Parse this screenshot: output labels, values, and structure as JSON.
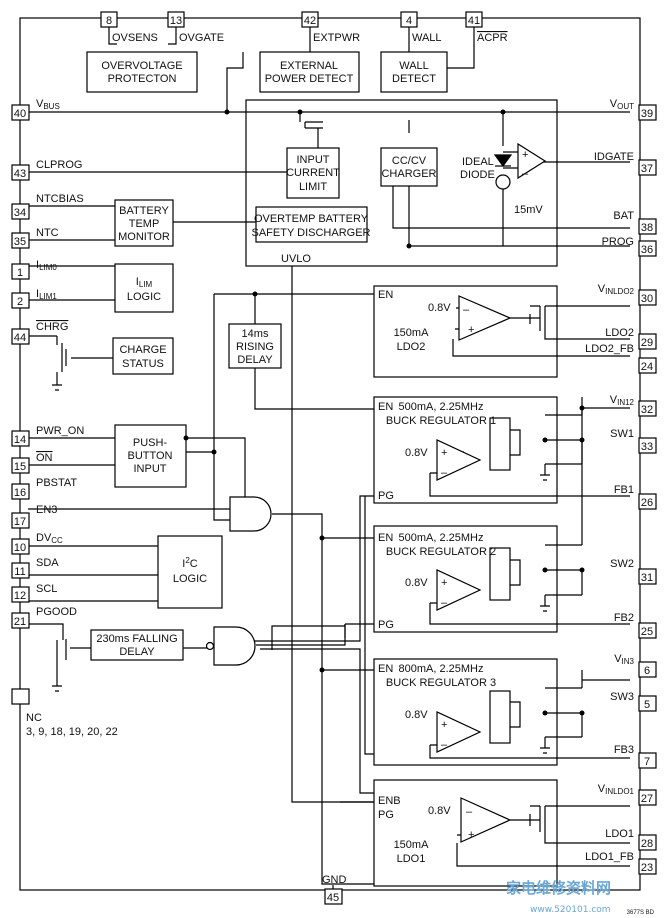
{
  "pins": {
    "ovsens": "8",
    "ovgate": "13",
    "extpwr": "42",
    "wall": "4",
    "acpr": "41",
    "vbus": "40",
    "clprog": "43",
    "ntcbias": "34",
    "ntc": "35",
    "ilim0": "1",
    "ilim1": "2",
    "chrg": "44",
    "pwr_on": "14",
    "on": "15",
    "pbstat": "16",
    "en3": "17",
    "dvcc": "10",
    "sda": "11",
    "scl": "12",
    "pgood": "21",
    "nc": "",
    "vout": "39",
    "idgate": "37",
    "bat": "38",
    "prog": "36",
    "vinldo2": "30",
    "ldo2": "29",
    "ldo2_fb": "24",
    "vin12": "32",
    "sw1": "33",
    "fb1": "26",
    "sw2": "31",
    "fb2": "25",
    "vin3": "6",
    "sw3": "5",
    "fb3": "7",
    "vinldo1": "27",
    "ldo1": "28",
    "ldo1_fb": "23",
    "gnd": "45"
  },
  "labels": {
    "ovsens": "OVSENS",
    "ovgate": "OVGATE",
    "extpwr": "EXTPWR",
    "wall": "WALL",
    "acpr": "ACPR",
    "vbus_main": "V",
    "vbus_sub": "BUS",
    "clprog": "CLPROG",
    "ntcbias": "NTCBIAS",
    "ntc": "NTC",
    "ilim0_main": "I",
    "ilim0_sub": "LIM0",
    "ilim1_main": "I",
    "ilim1_sub": "LIM1",
    "chrg": "CHRG",
    "pwr_on": "PWR_ON",
    "on": "ON",
    "pbstat": "PBSTAT",
    "en3": "EN3",
    "dvcc_main": "DV",
    "dvcc_sub": "CC",
    "sda": "SDA",
    "scl": "SCL",
    "pgood": "PGOOD",
    "nc": "NC",
    "nc_pins": "3, 9, 18, 19, 20, 22",
    "vout_main": "V",
    "vout_sub": "OUT",
    "idgate": "IDGATE",
    "bat": "BAT",
    "prog": "PROG",
    "vinldo2_main": "V",
    "vinldo2_sub": "INLDO2",
    "ldo2": "LDO2",
    "ldo2_fb": "LDO2_FB",
    "vin12_main": "V",
    "vin12_sub": "IN12",
    "sw1": "SW1",
    "fb1": "FB1",
    "sw2": "SW2",
    "fb2": "FB2",
    "vin3_main": "V",
    "vin3_sub": "IN3",
    "sw3": "SW3",
    "fb3": "FB3",
    "vinldo1_main": "V",
    "vinldo1_sub": "INLDO1",
    "ldo1": "LDO1",
    "ldo1_fb": "LDO1_FB",
    "gnd": "GND",
    "uvlo": "UVLO",
    "en": "EN",
    "enb": "ENB",
    "pg": "PG",
    "ref": "0.8V",
    "diode_ref": "15mV",
    "ideal_diode": [
      "IDEAL",
      "DIODE"
    ],
    "plus": "+",
    "minus": "–"
  },
  "blocks": {
    "overvoltage": [
      "OVERVOLTAGE",
      "PROTECTON"
    ],
    "ext_power": [
      "EXTERNAL",
      "POWER DETECT"
    ],
    "wall_detect": [
      "WALL",
      "DETECT"
    ],
    "input_limit": [
      "INPUT",
      "CURRENT",
      "LIMIT"
    ],
    "charger": [
      "CC/CV",
      "CHARGER"
    ],
    "discharger": [
      "OVERTEMP BATTERY",
      "SAFETY DISCHARGER"
    ],
    "temp_monitor": [
      "BATTERY",
      "TEMP",
      "MONITOR"
    ],
    "ilim_logic_main": "I",
    "ilim_logic_sub": "LIM",
    "ilim_logic_word": "LOGIC",
    "charge_status": [
      "CHARGE",
      "STATUS"
    ],
    "rising_delay": [
      "14ms",
      "RISING",
      "DELAY"
    ],
    "pushbutton": [
      "PUSH-",
      "BUTTON",
      "INPUT"
    ],
    "i2c_main": "I",
    "i2c_sup": "2",
    "i2c_c": "C",
    "i2c_word": "LOGIC",
    "falling_delay": [
      "230ms FALLING",
      "DELAY"
    ],
    "ldo2": [
      "150mA",
      "LDO2"
    ],
    "buck1": [
      "500mA, 2.25MHz",
      "BUCK REGULATOR 1"
    ],
    "buck2": [
      "500mA, 2.25MHz",
      "BUCK REGULATOR 2"
    ],
    "buck3": [
      "800mA, 2.25MHz",
      "BUCK REGULATOR 3"
    ],
    "ldo1": [
      "150mA",
      "LDO1"
    ]
  },
  "footer": {
    "part_code": "3677S BD",
    "watermark": "家电维修资料网",
    "watermark_url": "www.520101.com"
  }
}
